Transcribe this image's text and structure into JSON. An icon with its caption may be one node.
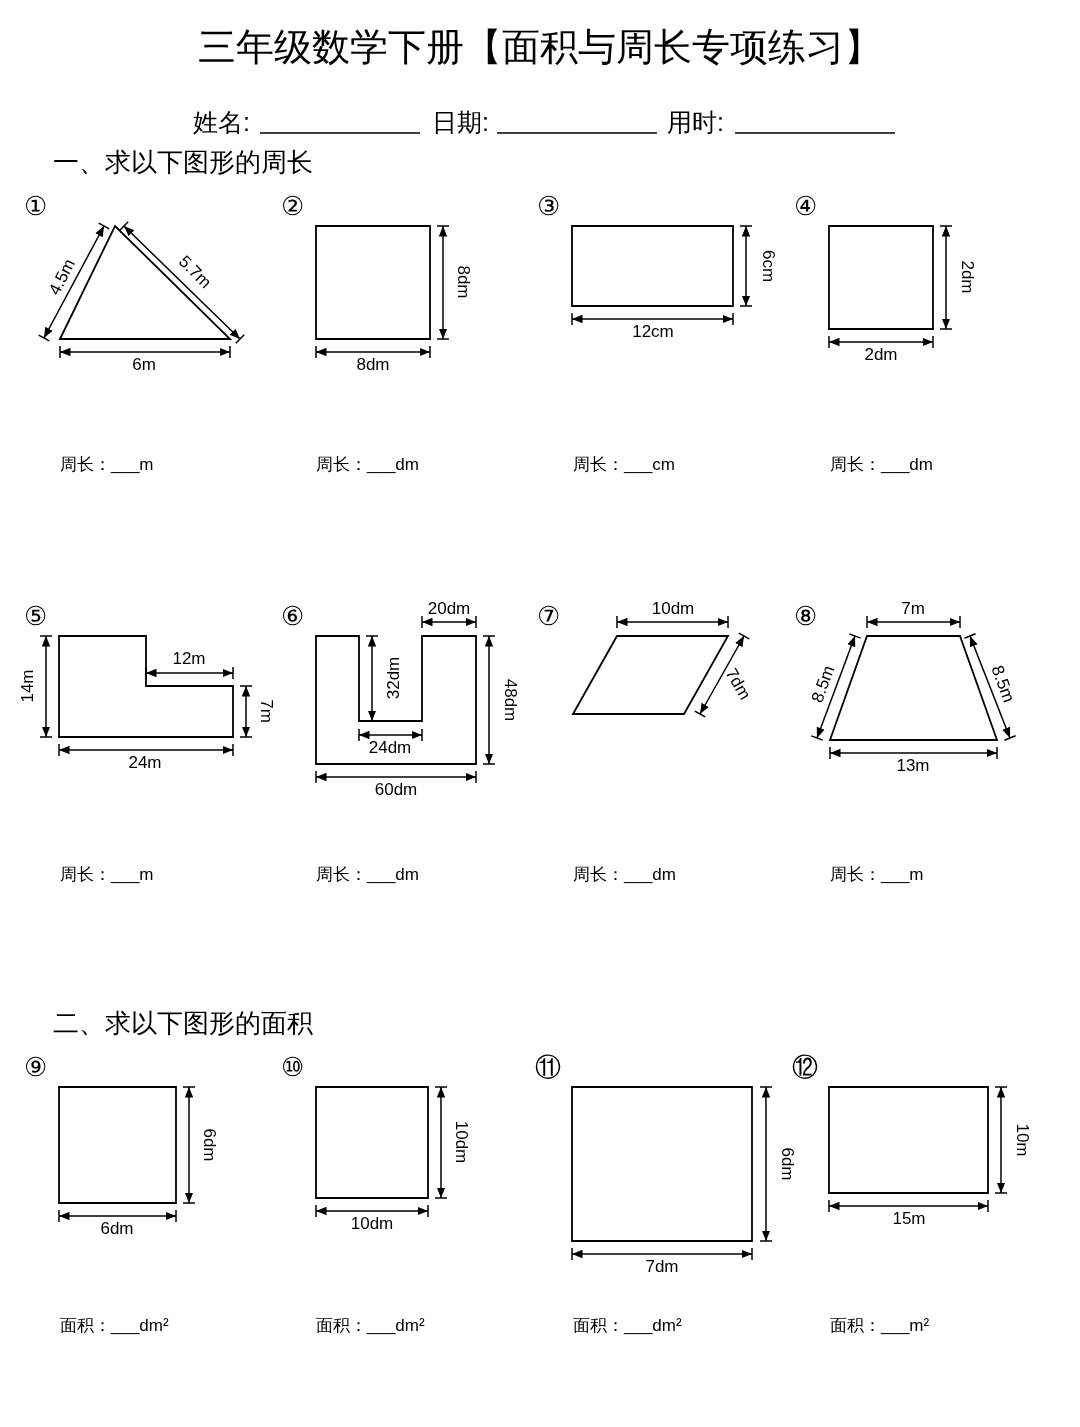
{
  "diagram": {
    "title": "三年级数学下册【面积与周长专项练习】",
    "labels": [
      "姓名:",
      "日期:",
      "用时:",
      "一、求以下图形的周长",
      "①",
      "4.5m",
      "5.7m",
      "6m",
      "②",
      "8dm",
      "8dm",
      "③",
      "6cm",
      "12cm",
      "④",
      "2dm",
      "2dm",
      "周长：___m",
      "周长：___dm",
      "周长：___cm",
      "周长：___dm",
      "⑤",
      "14m",
      "12m",
      "7m",
      "24m",
      "⑥",
      "20dm",
      "32dm",
      "48dm",
      "24dm",
      "60dm",
      "⑦",
      "10dm",
      "7dm",
      "⑧",
      "7m",
      "8.5m",
      "8.5m",
      "13m",
      "周长：___m",
      "周长：___dm",
      "周长：___dm",
      "周长：___m",
      "二、求以下图形的面积",
      "⑨",
      "6dm",
      "6dm",
      "⑩",
      "10dm",
      "10dm",
      "⑪",
      "6dm",
      "7dm",
      "⑫",
      "10m",
      "15m",
      "面积：___dm²",
      "面积：___dm²",
      "面积：___dm²",
      "面积：___m²"
    ]
  }
}
